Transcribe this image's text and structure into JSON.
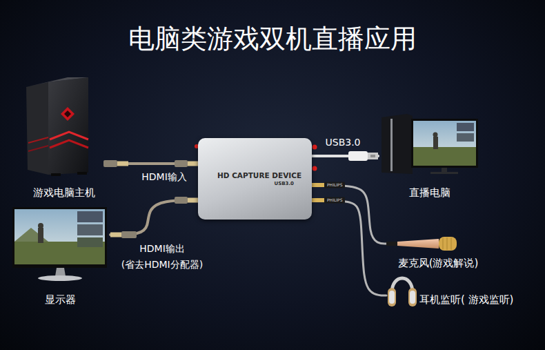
{
  "diagram": {
    "title": "电脑类游戏双机直播应用",
    "nodes": [
      {
        "text": [
          "游戏电脑主机"
        ]
      },
      {
        "text": [
          "HD CAPTURE DEVICE",
          "USB3.0"
        ]
      },
      {
        "text": [
          "直播电脑"
        ]
      },
      {
        "text": [
          "显示器"
        ]
      },
      {
        "text": [
          "麦克风(游戏解说)"
        ]
      },
      {
        "text": [
          "耳机监听( 游戏监听)"
        ]
      }
    ],
    "edges": [
      {
        "from": 0,
        "to": 1,
        "label": "HDMI输入",
        "arrow": "none"
      },
      {
        "from": 1,
        "to": 3,
        "label": "HDMI输出",
        "arrow": "none"
      },
      {
        "from": 1,
        "to": 2,
        "label": "USB3.0",
        "arrow": "none"
      },
      {
        "from": 1,
        "to": 4,
        "arrow": "none"
      },
      {
        "from": 1,
        "to": 5,
        "arrow": "none"
      }
    ],
    "labels": [
      "(省去HDMI分配器)",
      "PHILIPS",
      "PHILIPS"
    ]
  }
}
